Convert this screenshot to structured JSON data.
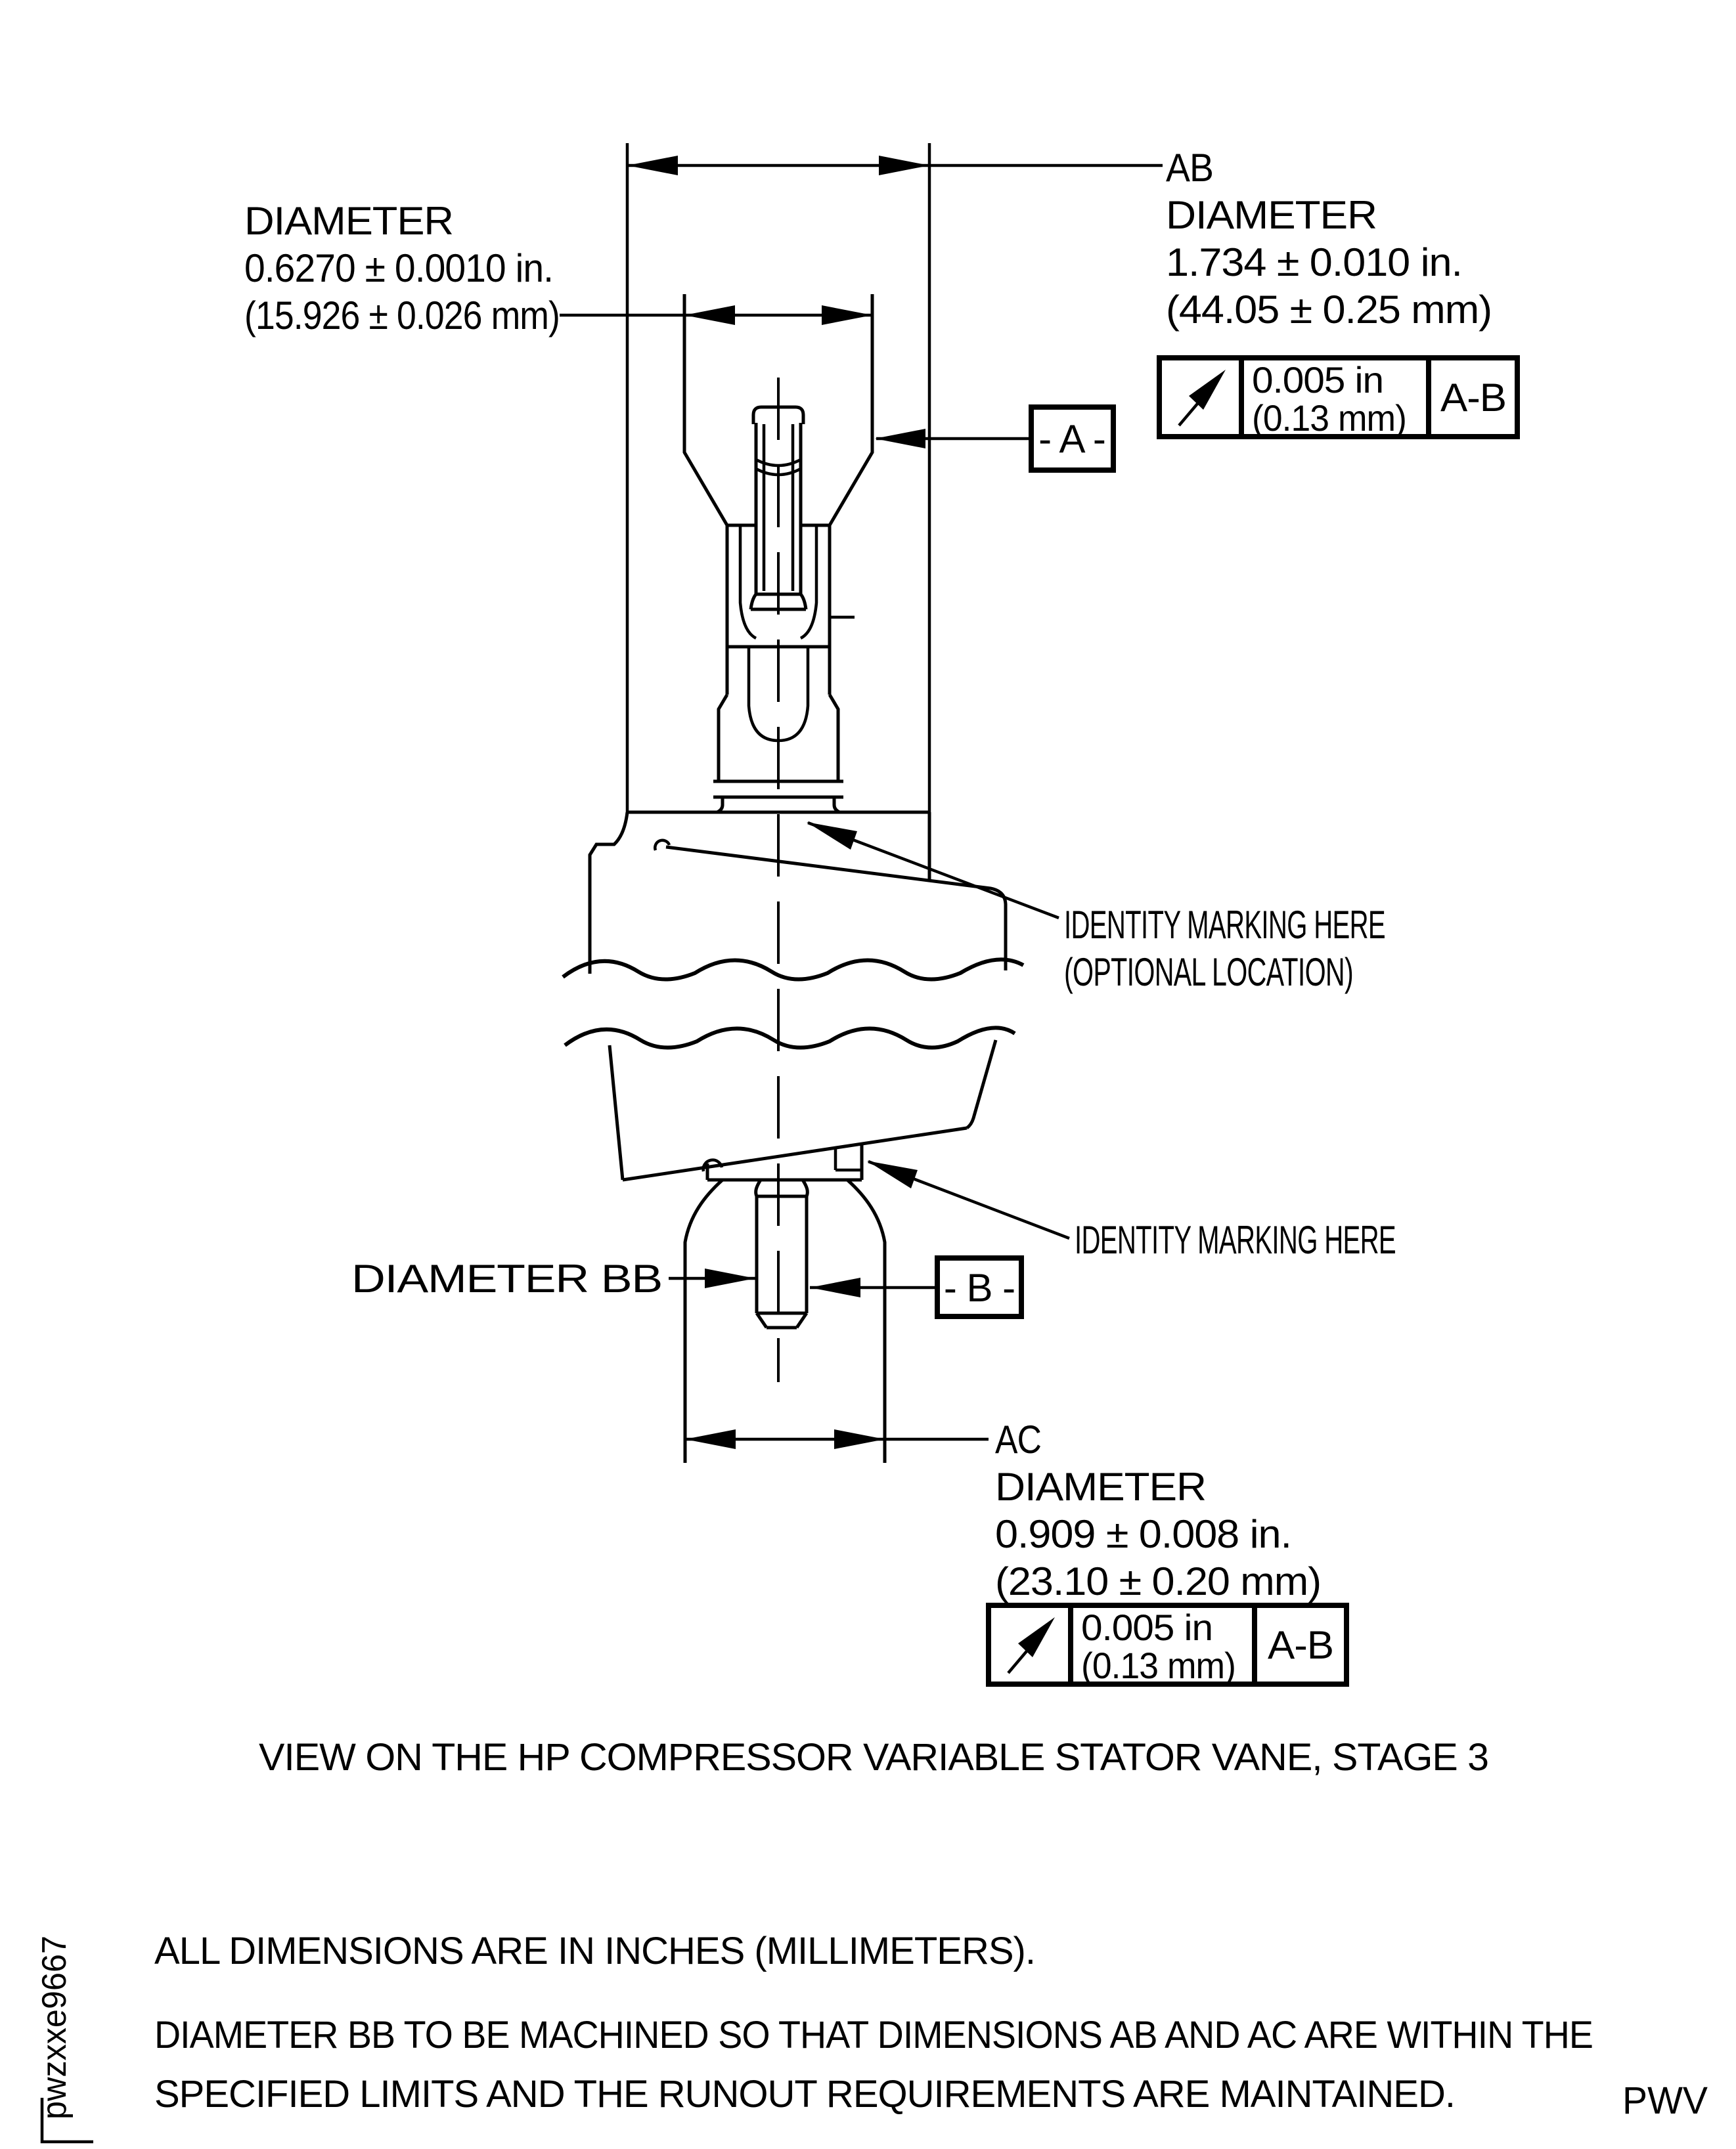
{
  "drawing": {
    "title_caption": "VIEW ON THE HP COMPRESSOR VARIABLE STATOR VANE, STAGE 3",
    "dim_0627": {
      "line1": "DIAMETER",
      "line2": "0.6270 ± 0.0010 in.",
      "line3": "(15.926 ± 0.026 mm)"
    },
    "dim_ab": {
      "line1": "AB",
      "line2": "DIAMETER",
      "line3": "1.734 ± 0.010 in.",
      "line4": "(44.05 ± 0.25 mm)"
    },
    "fcf_ab": {
      "runout_icon": "runout-arrow",
      "value_in": "0.005 in",
      "value_mm": "(0.13 mm)",
      "datum_ref": "A-B"
    },
    "datum_a": "- A -",
    "datum_b": "- B -",
    "identity_optional": {
      "line1": "IDENTITY MARKING HERE",
      "line2": "(OPTIONAL LOCATION)"
    },
    "identity": "IDENTITY MARKING HERE",
    "dim_bb": "DIAMETER BB",
    "dim_ac": {
      "line1": "AC",
      "line2": "DIAMETER",
      "line3": "0.909 ± 0.008 in.",
      "line4": "(23.10 ± 0.20 mm)"
    },
    "fcf_ac": {
      "runout_icon": "runout-arrow",
      "value_in": "0.005 in",
      "value_mm": "(0.13 mm)",
      "datum_ref": "A-B"
    },
    "note_units": "ALL DIMENSIONS ARE IN INCHES (MILLIMETERS).",
    "note_machining_1": "DIAMETER BB TO BE MACHINED SO THAT DIMENSIONS AB AND AC ARE WITHIN THE",
    "note_machining_2": "SPECIFIED LIMITS AND THE RUNOUT REQUIREMENTS ARE MAINTAINED.",
    "watermark": "pwzxxe9667",
    "page_code": "PWV",
    "line_color": "#000000",
    "background_color": "#ffffff"
  }
}
